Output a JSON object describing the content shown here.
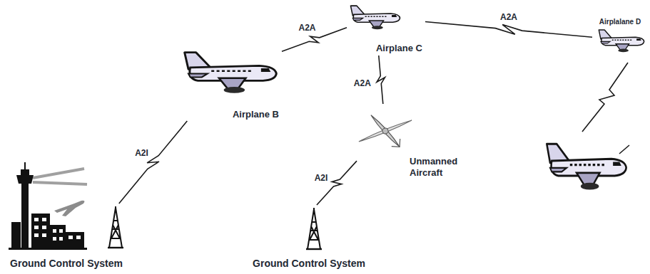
{
  "diagram": {
    "nodes": [
      {
        "text": [
          "Airplane B"
        ]
      },
      {
        "text": [
          "Airplane C"
        ]
      },
      {
        "text": [
          "Airplalane D"
        ]
      },
      {
        "text": [
          "Unmanned Aircraft"
        ]
      },
      {
        "text": [
          "Ground Control System"
        ]
      },
      {
        "text": [
          "Ground Control System"
        ]
      }
    ],
    "edges": [
      {
        "from": 4,
        "to": 0,
        "arrow": "none",
        "label": "A2I"
      },
      {
        "from": 0,
        "to": 1,
        "arrow": "none",
        "label": "A2A"
      },
      {
        "from": 1,
        "to": 3,
        "arrow": "none",
        "label": "A2A"
      },
      {
        "from": 3,
        "to": 5,
        "arrow": "none",
        "label": "A2I"
      },
      {
        "from": 1,
        "to": 2,
        "arrow": "none",
        "label": "A2A"
      }
    ]
  }
}
